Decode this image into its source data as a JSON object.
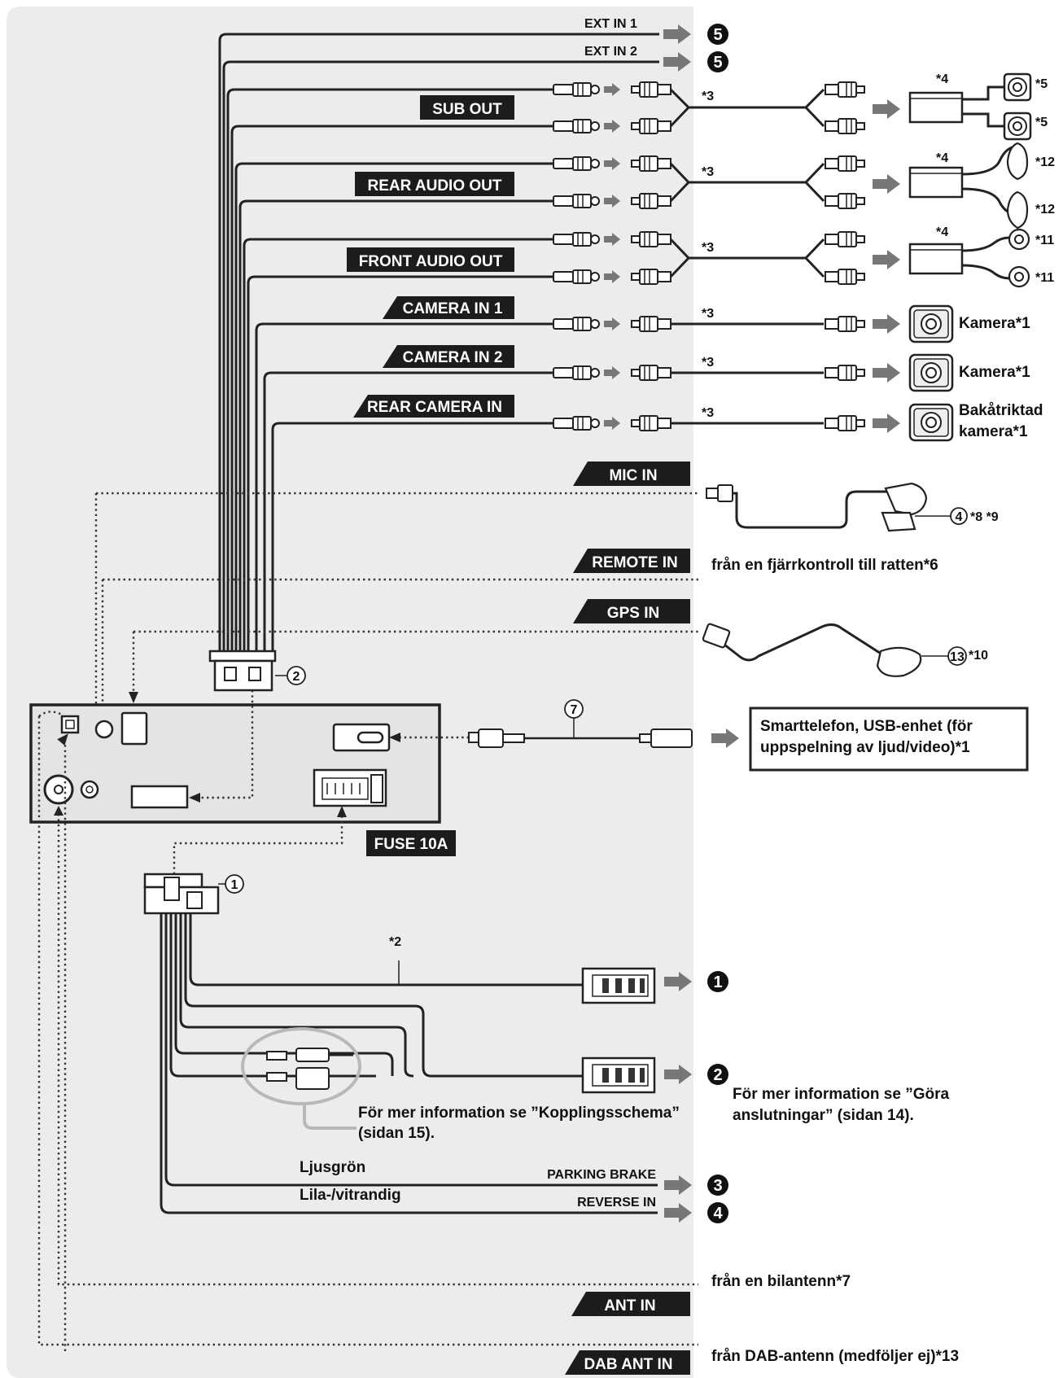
{
  "tags": {
    "sub_out": "SUB OUT",
    "rear_audio_out": "REAR AUDIO OUT",
    "front_audio_out": "FRONT AUDIO OUT",
    "camera_in_1": "CAMERA IN 1",
    "camera_in_2": "CAMERA IN 2",
    "rear_camera_in": "REAR CAMERA IN",
    "mic_in": "MIC IN",
    "remote_in": "REMOTE IN",
    "gps_in": "GPS IN",
    "fuse": "FUSE 10A",
    "ant_in": "ANT IN",
    "dab_ant_in": "DAB ANT IN"
  },
  "plain_labels": {
    "ext_in_1": "EXT IN 1",
    "ext_in_2": "EXT IN 2",
    "parking_brake": "PARKING BRAKE",
    "reverse_in": "REVERSE IN",
    "light_green": "Ljusgrön",
    "purple_white": "Lila-/vitrandig"
  },
  "numbers": {
    "n1": "1",
    "n2": "2",
    "n3": "3",
    "n4": "4",
    "n5": "5"
  },
  "circled": {
    "c1": "1",
    "c2": "2",
    "c4": "4",
    "c7": "7",
    "c13": "13"
  },
  "asterisks": {
    "star2": "*2",
    "star3": "*3",
    "star4": "*4",
    "star5": "*5",
    "star12": "*12",
    "star11": "*11",
    "star8_9": "*8 *9",
    "star10": "*10"
  },
  "devices": {
    "camera": "Kamera*1",
    "rear_camera_line1": "Bakåtriktad",
    "rear_camera_line2": "kamera*1"
  },
  "texts": {
    "remote": "från en fjärrkontroll till ratten*6",
    "usb_line1": "Smarttelefon, USB-enhet (för",
    "usb_line2": "uppspelning av ljud/video)*1",
    "coupling_line1": "För mer information se ”Kopplingsschema”",
    "coupling_line2": "(sidan 15).",
    "connections_line1": "För mer information se ”Göra",
    "connections_line2": "anslutningar” (sidan 14).",
    "car_antenna": "från en bilantenn*7",
    "dab_antenna": "från DAB-antenn (medföljer ej)*13"
  },
  "colors": {
    "panel": "#ececec",
    "tag": "#1c1c1c",
    "wire": "#222222"
  }
}
